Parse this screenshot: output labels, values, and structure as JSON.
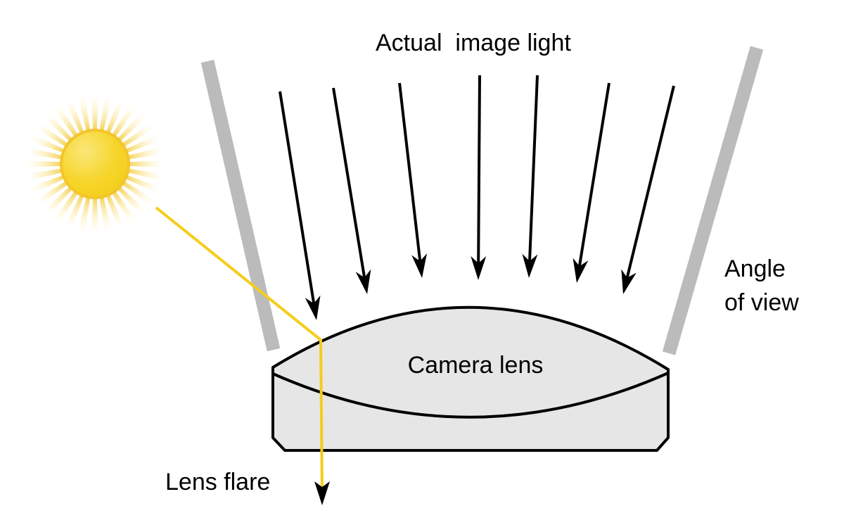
{
  "labels": {
    "actual_image_light": "Actual  image light",
    "angle_of_view_line1": "Angle",
    "angle_of_view_line2": "of view",
    "camera_lens": "Camera lens",
    "lens_flare": "Lens flare"
  },
  "colors": {
    "flare": "#f5cc1a",
    "view_bar": "#bbbbbb",
    "lens_fill": "#e6e6e6",
    "sun": "#f7d628"
  },
  "icons": [
    "sun-icon"
  ]
}
